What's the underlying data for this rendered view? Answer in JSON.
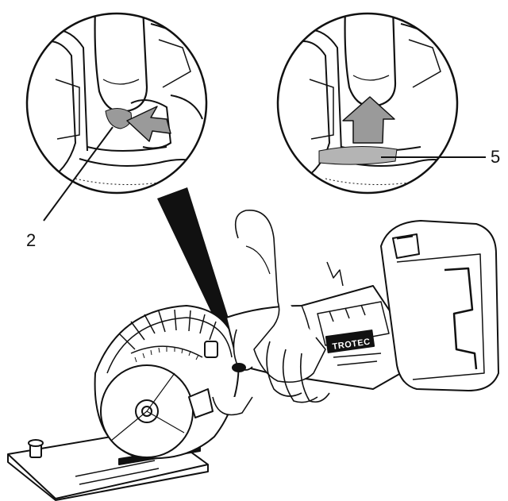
{
  "labels": {
    "callout_2": "2",
    "callout_5": "5",
    "brand": "TROTEC"
  },
  "colors": {
    "line": "#111111",
    "highlight_grey": "#9a9a9a",
    "light_grey": "#c8c8c8",
    "background": "#ffffff"
  },
  "icons": {
    "left_arrow": "arrow-right-icon",
    "right_arrow": "arrow-up-icon"
  }
}
